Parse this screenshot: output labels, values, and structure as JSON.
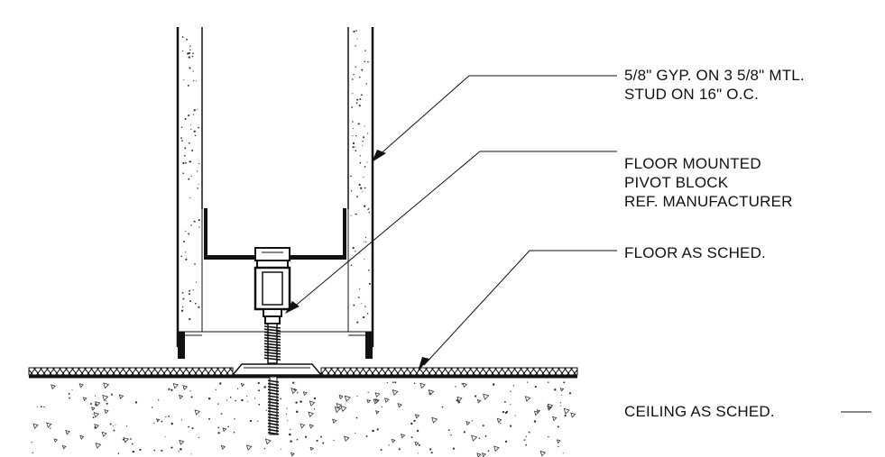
{
  "colors": {
    "ink": "#111111",
    "paper": "#ffffff",
    "aggregate": "#333333"
  },
  "notes": {
    "wall": {
      "line1": "5/8\" GYP. ON 3 5/8\" MTL.",
      "line2": "STUD ON 16\" O.C."
    },
    "pivot": {
      "line1": "FLOOR MOUNTED",
      "line2": "PIVOT BLOCK",
      "line3": "REF. MANUFACTURER"
    },
    "floor": {
      "line1": "FLOOR AS SCHED."
    },
    "ceiling": {
      "line1": "CEILING AS SCHED."
    }
  }
}
